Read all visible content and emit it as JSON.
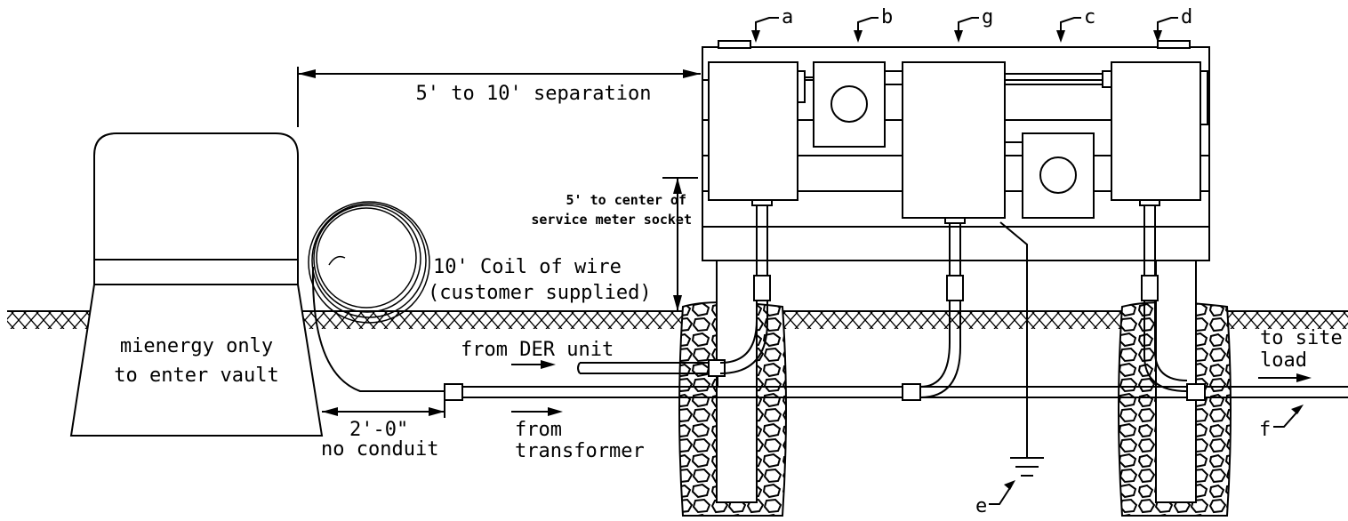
{
  "labels": {
    "separation": "5' to 10' separation",
    "center_line1": "5' to center of",
    "center_line2": "service meter socket",
    "coil_line1": "10' Coil of wire",
    "coil_line2": "(customer supplied)",
    "vault_line1": "mienergy only",
    "vault_line2": "to enter vault",
    "from_der": "from DER unit",
    "to_site_line1": "to site",
    "to_site_line2": "load",
    "from_line1": "from",
    "from_line2": "transformer",
    "dim_line1": "2'-0\"",
    "dim_line2": "no conduit"
  },
  "callouts": {
    "a": "a",
    "b": "b",
    "g": "g",
    "c": "c",
    "d": "d",
    "e": "e",
    "f": "f"
  }
}
